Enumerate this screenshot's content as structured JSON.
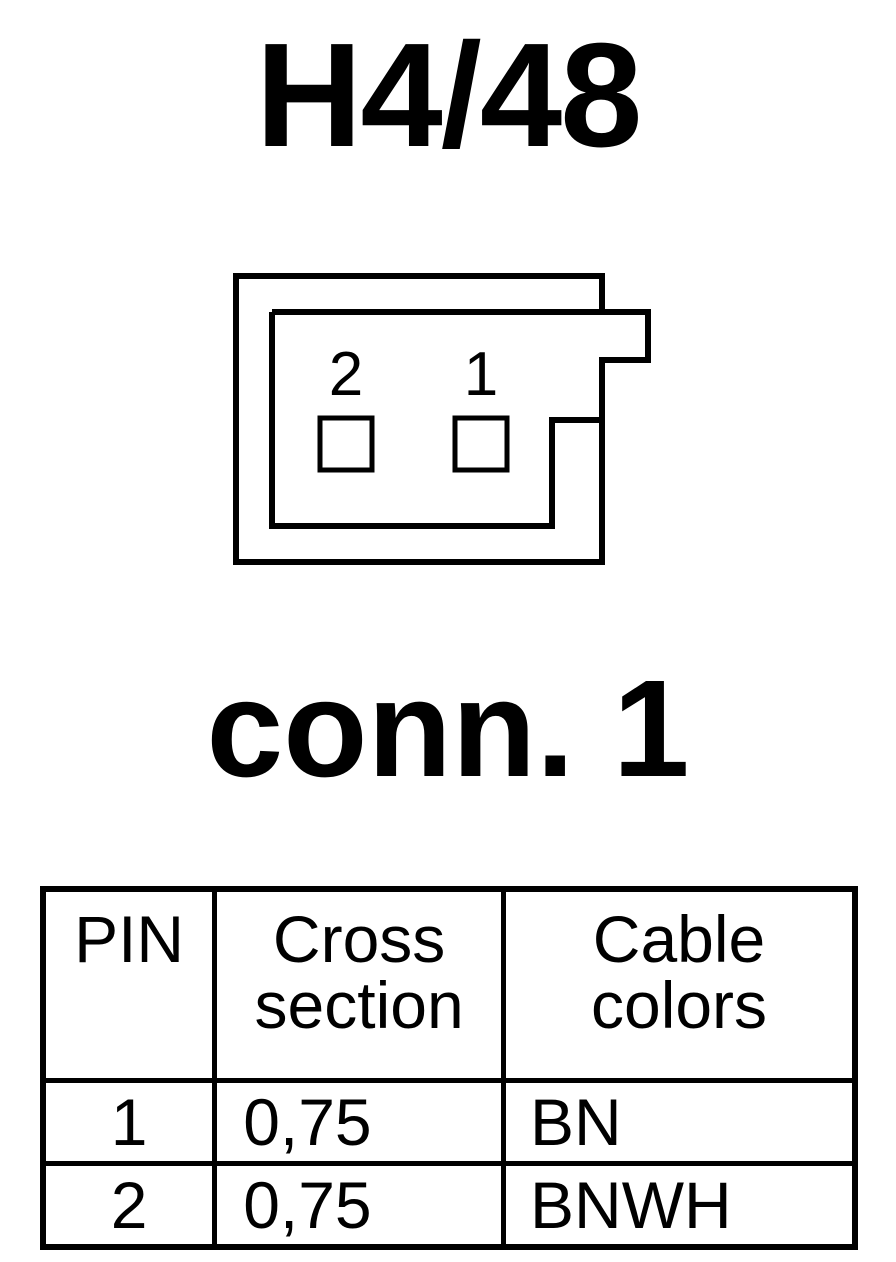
{
  "title": "H4/48",
  "connector": {
    "label": "conn. 1",
    "pins": [
      {
        "number": "2"
      },
      {
        "number": "1"
      }
    ]
  },
  "table": {
    "headers": [
      {
        "line1": "PIN",
        "line2": ""
      },
      {
        "line1": "Cross",
        "line2": "section"
      },
      {
        "line1": "Cable",
        "line2": "colors"
      }
    ],
    "rows": [
      {
        "pin": "1",
        "cross_section": "0,75",
        "cable_color": "BN"
      },
      {
        "pin": "2",
        "cross_section": "0,75",
        "cable_color": "BNWH"
      }
    ]
  }
}
